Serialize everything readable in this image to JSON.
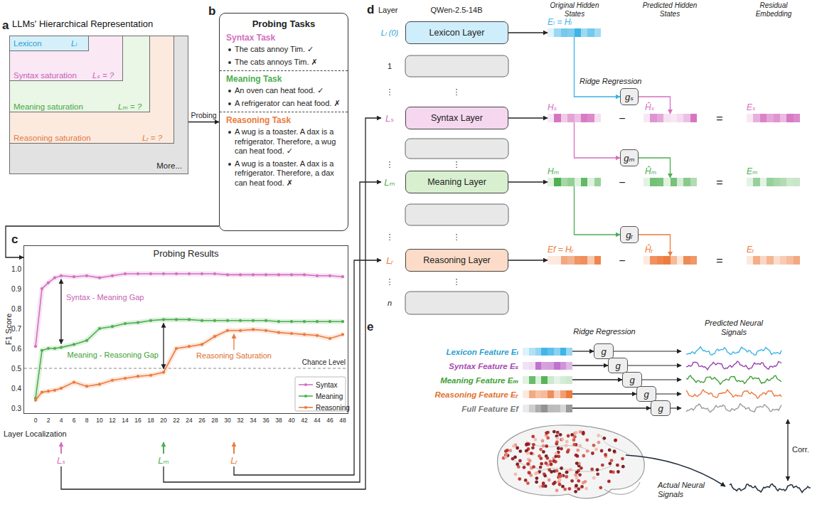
{
  "diagram": {
    "nodes": [
      {
        "text": [
          "LLMs' Hierarchical Representation",
          "More..."
        ]
      },
      {
        "text": [
          "Reasoning saturation",
          "Lᵣ = ?"
        ],
        "in": 0
      },
      {
        "text": [
          "Meaning saturation",
          "Lₘ = ?"
        ],
        "in": 1
      },
      {
        "text": [
          "Syntax saturation",
          "Lₛ = ?"
        ],
        "in": 2
      },
      {
        "text": [
          "Lexicon",
          "Lₗ"
        ],
        "in": 3
      },
      {
        "text": [
          "Probing Tasks",
          "Syntax Task",
          "The cats annoy Tim. ✓",
          "The cats annoys Tim. ✗",
          "Meaning Task",
          "An oven can heat food. ✓",
          "A refrigerator can heat food. ✗",
          "Reasoning Task",
          "A wug is a toaster. A dax is a refrigerator. Therefore, a wug can heat food. ✓",
          "A wug is a toaster. A dax is a refrigerator. Therefore, a dax can heat food. ✗"
        ]
      },
      {
        "text": [
          "Probing Results"
        ]
      },
      {
        "text": [
          "Lexicon Layer"
        ]
      },
      {
        "text": [
          "Syntax Layer"
        ]
      },
      {
        "text": [
          "Meaning Layer"
        ]
      },
      {
        "text": [
          "Reasoning Layer"
        ]
      },
      {
        "text": [
          "Eₗ = Hₗ"
        ]
      },
      {
        "text": [
          "gₛ"
        ]
      },
      {
        "text": [
          "Hₛ"
        ]
      },
      {
        "text": [
          "Ĥₛ"
        ]
      },
      {
        "text": [
          "Eₛ"
        ]
      },
      {
        "text": [
          "gₘ"
        ]
      },
      {
        "text": [
          "Hₘ"
        ]
      },
      {
        "text": [
          "Ĥₘ"
        ]
      },
      {
        "text": [
          "Eₘ"
        ]
      },
      {
        "text": [
          "gᵣ"
        ]
      },
      {
        "text": [
          "Ef = Hᵣ"
        ]
      },
      {
        "text": [
          "Ĥᵣ"
        ]
      },
      {
        "text": [
          "Eᵣ"
        ]
      },
      {
        "text": [
          "Lexicon Feature Eₗ"
        ]
      },
      {
        "text": [
          "Syntax Feature Eₛ"
        ]
      },
      {
        "text": [
          "Meaning Feature Eₘ"
        ]
      },
      {
        "text": [
          "Reasoning Feature Eᵣ"
        ]
      },
      {
        "text": [
          "Full Feature Ef"
        ]
      },
      {
        "text": [
          "g"
        ]
      },
      {
        "text": [
          "g"
        ]
      },
      {
        "text": [
          "g"
        ]
      },
      {
        "text": [
          "g"
        ]
      },
      {
        "text": [
          "g"
        ]
      }
    ],
    "edges": [
      {
        "from": 0,
        "to": 5,
        "label": "Probing",
        "arrow": "to"
      },
      {
        "from": 5,
        "to": 6,
        "arrow": "to"
      },
      {
        "from": 7,
        "to": 11,
        "arrow": "to"
      },
      {
        "from": 11,
        "to": 12,
        "arrow": "to"
      },
      {
        "from": 12,
        "to": 14,
        "arrow": "to"
      },
      {
        "from": 8,
        "to": 13,
        "arrow": "to"
      },
      {
        "from": 13,
        "to": 16,
        "arrow": "to"
      },
      {
        "from": 16,
        "to": 18,
        "arrow": "to"
      },
      {
        "from": 9,
        "to": 17,
        "arrow": "to"
      },
      {
        "from": 17,
        "to": 20,
        "arrow": "to"
      },
      {
        "from": 20,
        "to": 22,
        "arrow": "to"
      },
      {
        "from": 10,
        "to": 21,
        "arrow": "to"
      },
      {
        "from": 24,
        "to": 29,
        "arrow": "to"
      },
      {
        "from": 25,
        "to": 30,
        "arrow": "to"
      },
      {
        "from": 26,
        "to": 31,
        "arrow": "to"
      },
      {
        "from": 27,
        "to": 32,
        "arrow": "to"
      },
      {
        "from": 28,
        "to": 33,
        "arrow": "to"
      }
    ],
    "labels": [
      "a",
      "b",
      "c",
      "d",
      "e",
      "F1 Score",
      "Chance Level",
      "Syntax - Meaning Gap",
      "Meaning - Reasoning Gap",
      "Reasoning Saturation",
      "Layer Localization",
      "Lₛ",
      "Lₘ",
      "Lᵣ",
      "0.3",
      "0.4",
      "0.5",
      "0.6",
      "0.7",
      "0.8",
      "0.9",
      "1.0",
      "0",
      "2",
      "4",
      "6",
      "8",
      "10",
      "12",
      "14",
      "16",
      "18",
      "20",
      "22",
      "24",
      "26",
      "28",
      "30",
      "32",
      "34",
      "36",
      "38",
      "40",
      "42",
      "44",
      "46",
      "48",
      "Layer",
      "QWen-2.5-14B",
      "Original Hidden States",
      "Predicted Hidden States",
      "Residual Embedding",
      "Lₗ (0)",
      "1",
      "⋮",
      "Lₛ",
      "⋮",
      "Lₘ",
      "⋮",
      "Lᵣ",
      "⋮",
      "n",
      "Ridge Regression",
      "−",
      "=",
      "−",
      "=",
      "−",
      "=",
      "⋮",
      "⋮",
      "⋮",
      "⋮",
      "Ridge Regression",
      "Predicted Neural Signals",
      "Corr.",
      "Actual Neural Signals"
    ],
    "legend": [
      {
        "text": "Syntax"
      },
      {
        "text": "Meaning"
      },
      {
        "text": "Reasoning"
      }
    ]
  }
}
